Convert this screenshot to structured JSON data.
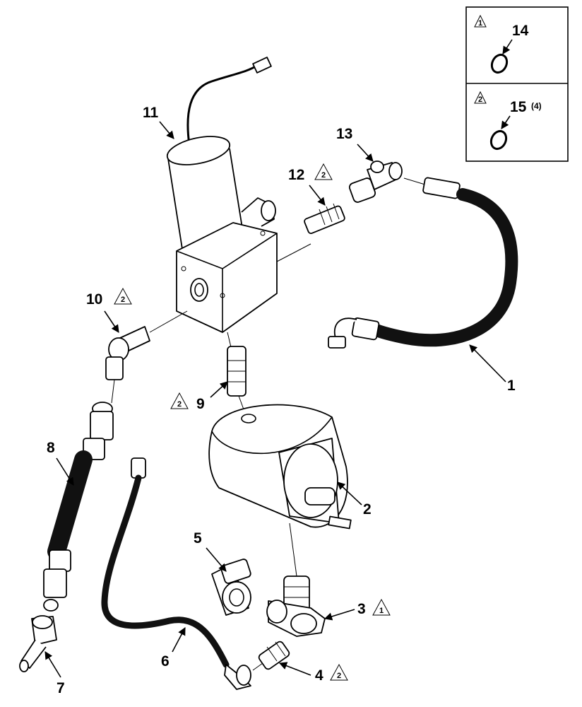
{
  "callouts": {
    "c1": "1",
    "c2": "2",
    "c3": "3",
    "c4": "4",
    "c5": "5",
    "c6": "6",
    "c7": "7",
    "c8": "8",
    "c9": "9",
    "c10": "10",
    "c11": "11",
    "c12": "12",
    "c13": "13",
    "c14": "14",
    "c15": "15"
  },
  "notes": {
    "note1": "1",
    "note2": "2",
    "qty15": "(4)"
  }
}
